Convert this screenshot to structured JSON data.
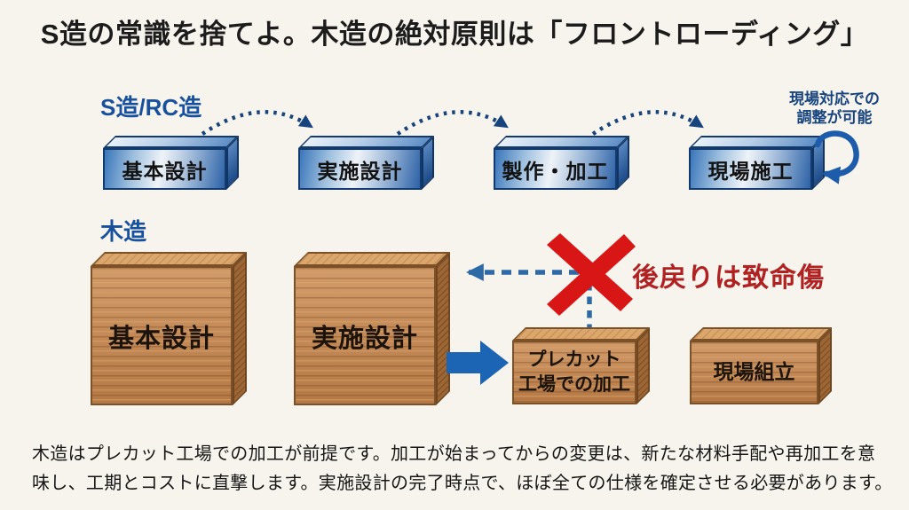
{
  "title": "S造の常識を捨てよ。木造の絶対原則は「フロントローディング」",
  "steel_section": {
    "label": "S造/RC造",
    "boxes": [
      {
        "label": "基本設計"
      },
      {
        "label": "実施設計"
      },
      {
        "label": "製作・加工"
      },
      {
        "label": "現場施工"
      }
    ],
    "note_line1": "現場対応での",
    "note_line2": "調整が可能"
  },
  "wood_section": {
    "label": "木造",
    "box_basic": "基本設計",
    "box_detail": "実施設計",
    "box_precut_line1": "プレカット",
    "box_precut_line2": "工場での加工",
    "box_site": "現場組立",
    "warning": "後戻りは致命傷"
  },
  "footer": {
    "line1": "木造はプレカット工場での加工が前提です。加工が始まってからの変更は、新たな材料手配や再加工を意",
    "line2": "味し、工期とコストに直撃します。実施設計の完了時点で、ほぼ全ての仕様を確定させる必要があります。"
  },
  "colors": {
    "background": "#f6f4ec",
    "heading_text": "#1c1c1c",
    "section_label_blue": "#17519e",
    "note_blue": "#17447e",
    "flow_arc_blue": "#17447e",
    "dash_arrow_blue": "#2d6aa6",
    "loop_arrow_blue": "#1d5cab",
    "forward_arrow_blue": "#1c64b4",
    "x_mark_red": "#d81616",
    "warning_red": "#b02222"
  }
}
